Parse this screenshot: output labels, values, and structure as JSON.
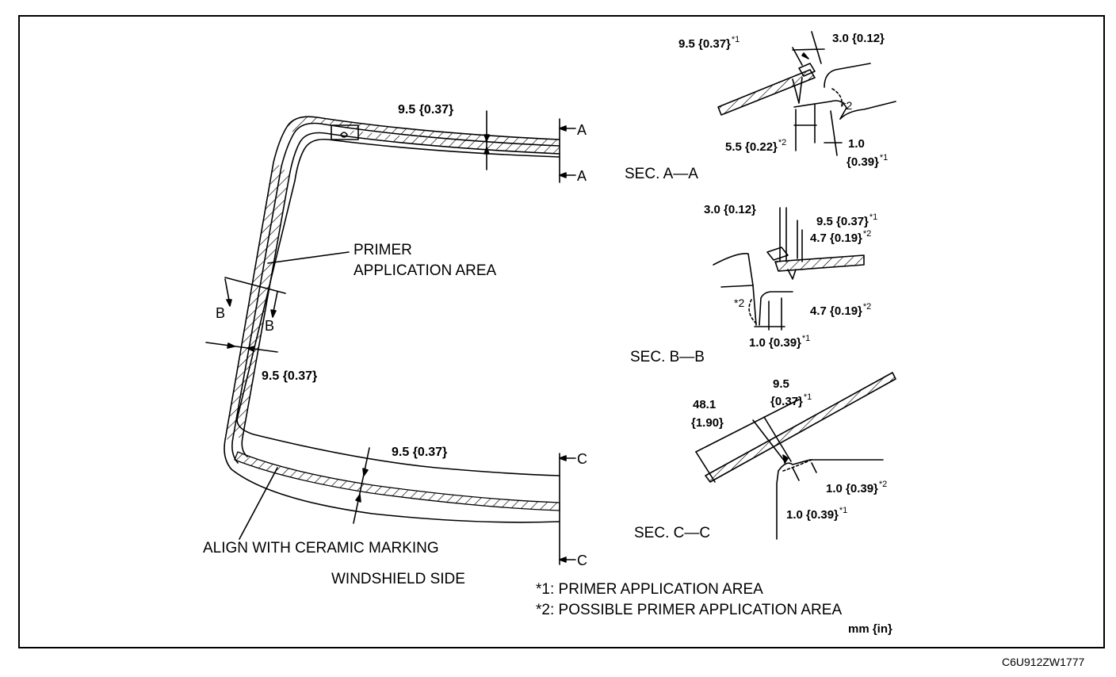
{
  "labels": {
    "primer_area": [
      "PRIMER",
      "APPLICATION AREA"
    ],
    "align_ceramic": "ALIGN WITH CERAMIC MARKING",
    "windshield_side": "WINDSHIELD SIDE",
    "dim_top": "9.5 {0.37}",
    "dim_left": "9.5 {0.37}",
    "dim_bottom": "9.5 {0.37}",
    "section_letters": {
      "a": "A",
      "b": "B",
      "c": "C"
    },
    "unit": "mm {in}",
    "code": "C6U912ZW1777"
  },
  "sections": {
    "aa": {
      "title": "SEC. A—A",
      "d1": "9.5 {0.37}",
      "d1_mark": "*1",
      "d2": "3.0 {0.12}",
      "d3": "5.5 {0.22}",
      "d3_mark": "*2",
      "d4a": "1.0",
      "d4b": "{0.39}",
      "d4_mark": "*1",
      "mark2": "*2"
    },
    "bb": {
      "title": "SEC. B—B",
      "d1": "3.0 {0.12}",
      "d2": "9.5 {0.37}",
      "d2_mark": "*1",
      "d3": "4.7 {0.19}",
      "d3_mark": "*2",
      "d4": "4.7 {0.19}",
      "d4_mark": "*2",
      "d5": "1.0 {0.39}",
      "d5_mark": "*1",
      "mark2": "*2"
    },
    "cc": {
      "title": "SEC. C—C",
      "d1a": "48.1",
      "d1b": "{1.90}",
      "d2a": "9.5",
      "d2b": "{0.37}",
      "d2_mark": "*1",
      "d3": "1.0 {0.39}",
      "d3_mark": "*2",
      "d4": "1.0 {0.39}",
      "d4_mark": "*1"
    }
  },
  "legend": [
    "*1: PRIMER APPLICATION AREA",
    "*2: POSSIBLE PRIMER APPLICATION AREA"
  ]
}
